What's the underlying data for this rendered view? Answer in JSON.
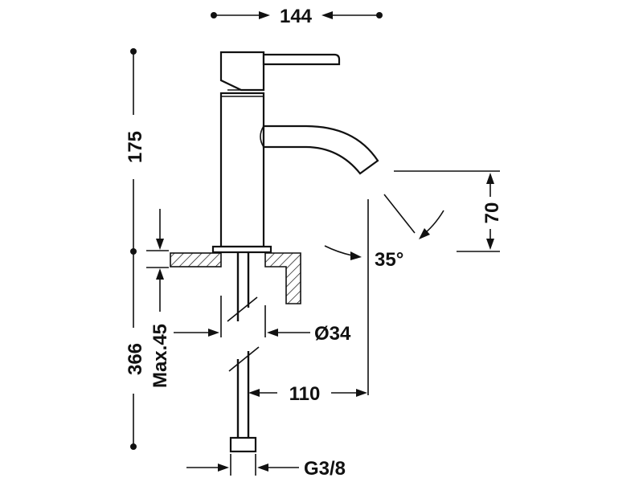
{
  "diagram": {
    "dimensions": {
      "width_top": "144",
      "height_upper": "175",
      "height_total": "366",
      "max_deck": "Max.45",
      "hole_diameter": "Ø34",
      "reach": "110",
      "spout_height": "70",
      "spout_angle": "35°",
      "connection": "G3/8"
    },
    "colors": {
      "stroke": "#111111",
      "background": "#ffffff"
    }
  }
}
